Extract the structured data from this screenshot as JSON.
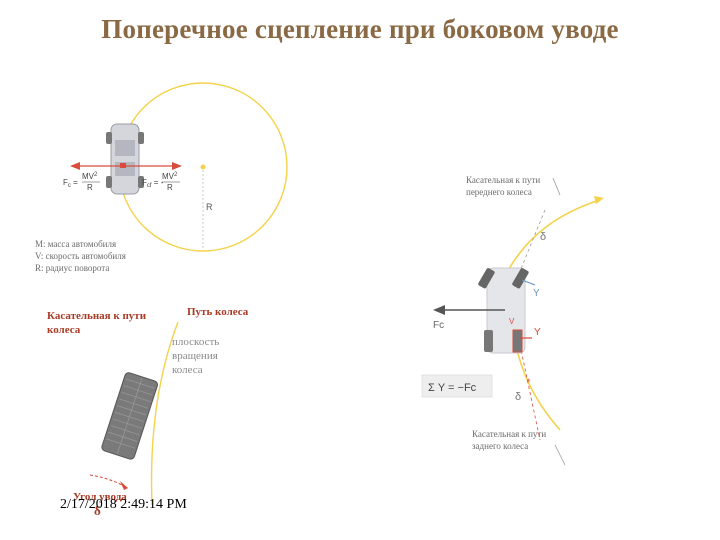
{
  "title": "Поперечное сцепление при боковом уводе",
  "left_diagram": {
    "force_left_prefix": "F",
    "force_left_sub": "c",
    "force_left_eq": "=",
    "force_left_num": "MV",
    "force_left_exp": "2",
    "force_left_den": "R",
    "force_right_prefix": "F",
    "force_right_sub": "cf",
    "force_right_eq": "= -",
    "force_right_num": "MV",
    "force_right_exp": "2",
    "force_right_den": "R",
    "radius_label": "R",
    "legend": [
      "M: масса автомобиля",
      "V: скорость автомобиля",
      "R: радиус поворота"
    ]
  },
  "tire_diagram": {
    "tangent_label": "Касательная к пути колеса",
    "path_label": "Путь колеса",
    "plane_label": "плоскость вращения колеса",
    "slip_angle_label": "Угол увода",
    "delta": "δ"
  },
  "right_diagram": {
    "front_tangent_label": "Касательная к пути переднего колеса",
    "rear_tangent_label": "Касательная к пути заднего колеса",
    "fc_label": "Fc",
    "y_label": "Y",
    "delta": "δ",
    "sum_label": "Σ Y = −Fc"
  },
  "footer": {
    "datetime": "2/17/2018 2:49:14 PM"
  },
  "colors": {
    "title": "#8a6a45",
    "circle": "#f4d24a",
    "force_arrow": "#d94b3b",
    "red_text": "#a83a26",
    "blue_arrow": "#6b93c8"
  }
}
